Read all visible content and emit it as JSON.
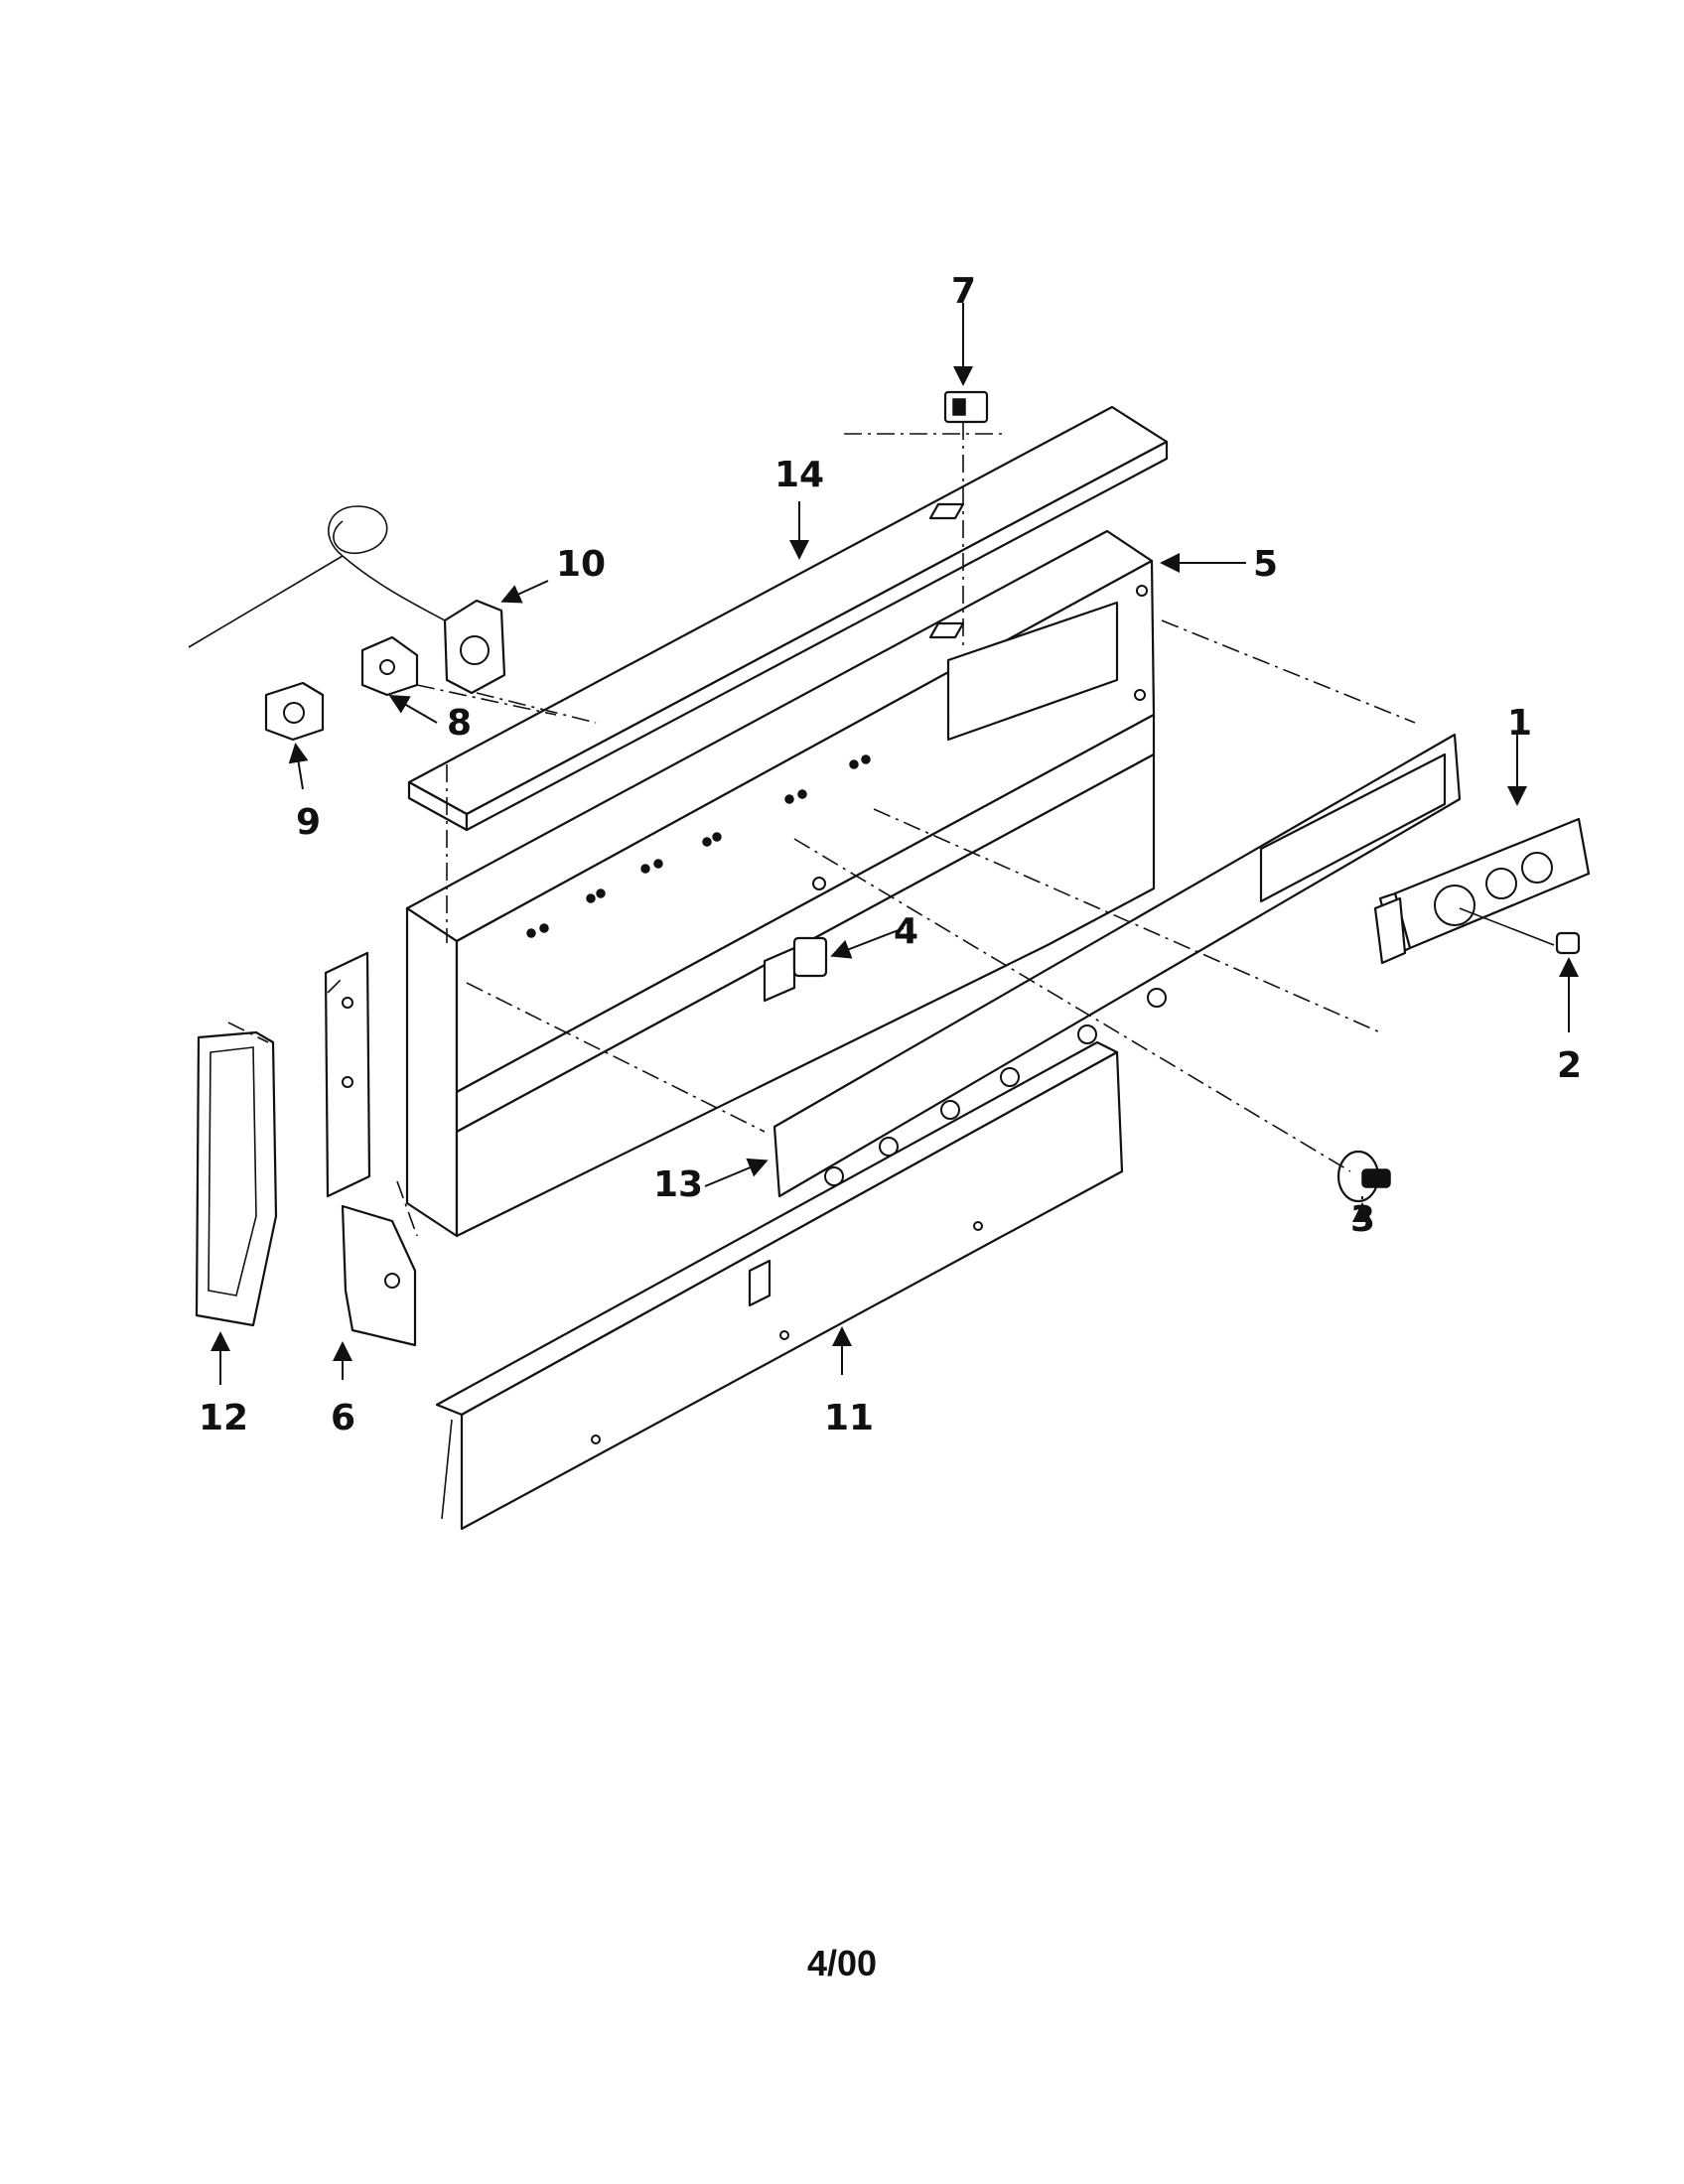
{
  "callouts": {
    "p1": "1",
    "p2": "2",
    "p3": "3",
    "p4": "4",
    "p5": "5",
    "p6": "6",
    "p7": "7",
    "p8": "8",
    "p9": "9",
    "p10": "10",
    "p11": "11",
    "p12": "12",
    "p13": "13",
    "p14": "14"
  },
  "footer": {
    "date_code": "4/00"
  }
}
